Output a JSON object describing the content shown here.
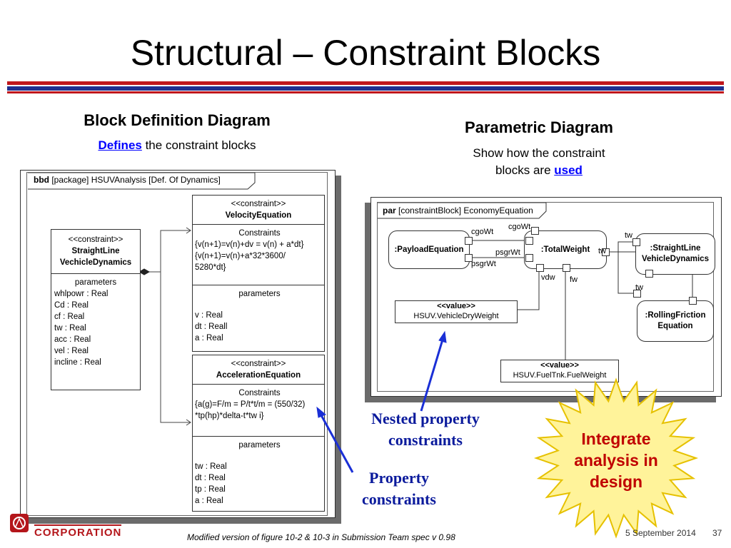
{
  "slide": {
    "title": "Structural – Constraint Blocks",
    "footer_note": "Modified version of figure 10-2 & 10-3 in Submission Team spec v 0.98",
    "date": "5 September 2014",
    "page_number": "37",
    "company_name": "CORPORATION"
  },
  "left_column": {
    "heading": "Block Definition Diagram",
    "sub_link": "Defines",
    "sub_rest": " the constraint blocks"
  },
  "right_column": {
    "heading": "Parametric Diagram",
    "sub_line1": "Show how the constraint",
    "sub_line2_prefix": "blocks are ",
    "sub_link": "used"
  },
  "bdd": {
    "kind": "bbd",
    "header": " [package] HSUVAnalysis [Def. Of Dynamics]",
    "straight_line": {
      "stereotype": "<<constraint>>",
      "name_line1": "StraightLine",
      "name_line2": "VechicleDynamics",
      "params_title": "parameters",
      "params": [
        "whlpowr : Real",
        "Cd : Real",
        "cf : Real",
        "tw : Real",
        "acc : Real",
        "vel : Real",
        "incline : Real"
      ]
    },
    "velocity": {
      "stereotype": "<<constraint>>",
      "name": "VelocityEquation",
      "constraints_title": "Constraints",
      "constraints": [
        "{v(n+1)=v(n)+dv = v(n) + a*dt}",
        "{v(n+1)=v(n)+a*32*3600/",
        "5280*dt}"
      ],
      "params_title": "parameters",
      "params": [
        "v : Real",
        "dt : Reall",
        "a : Real"
      ]
    },
    "acceleration": {
      "stereotype": "<<constraint>>",
      "name": "AccelerationEquation",
      "constraints_title": "Constraints",
      "constraints": [
        "{a(g)=F/m = P/t*t/m = (550/32)",
        "*tp(hp)*delta-t*tw i}"
      ],
      "params_title": "parameters",
      "params": [
        "tw : Real",
        "dt : Real",
        "tp : Real",
        "a : Real"
      ]
    }
  },
  "par": {
    "kind": "par",
    "header": " [constraintBlock] EconomyEquation",
    "payload": ":PayloadEquation",
    "total_weight": ":TotalWeight",
    "straight_line_line1": ":StraightLine",
    "straight_line_line2": "VehicleDynamics",
    "rolling_line1": ":RollingFriction",
    "rolling_line2": "Equation",
    "value1_stereotype": "<<value>>",
    "value1_name": "HSUV.VehicleDryWeight",
    "value2_stereotype": "<<value>>",
    "value2_name": "HSUV.FuelTnk.FuelWeight",
    "port_labels": {
      "cgoWt_left": "cgoWt",
      "cgoWt_top": "cgoWt",
      "psgrWt_mid": "psgrWt",
      "psgrWt_left": "psgrWt",
      "vdw": "vdw",
      "fw": "fw",
      "tw_right": "tw",
      "tw_top": "tw",
      "tw_low": "tw"
    }
  },
  "callouts": {
    "nested_line1": "Nested property",
    "nested_line2": "constraints",
    "property_line1": "Property",
    "property_line2": "constraints",
    "star_line1": "Integrate",
    "star_line2": "analysis in",
    "star_line3": "design"
  },
  "colors": {
    "rule_red": "#c0161b",
    "rule_blue": "#1f2f8f",
    "arrow_blue": "#1a2fd6",
    "star_fill": "#fff39a",
    "star_stroke": "#e6c100",
    "star_text": "#c00000",
    "logo_red": "#b4161b"
  }
}
